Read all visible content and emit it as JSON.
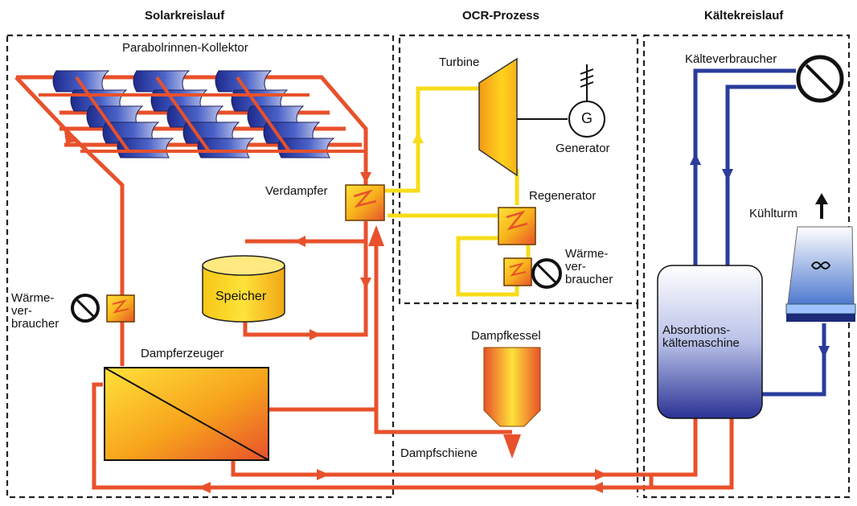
{
  "sections": {
    "solar": "Solarkreislauf",
    "ocr": "OCR-Prozess",
    "cooling": "Kältekreislauf"
  },
  "labels": {
    "collector": "Parabolrinnen-Kollektor",
    "evaporator": "Verdampfer",
    "storage": "Speicher",
    "heat_consumer_left": "Wärme-\nver-\nbraucher",
    "steam_generator": "Dampferzeuger",
    "turbine": "Turbine",
    "generator_symbol": "G",
    "generator": "Generator",
    "regenerator": "Regenerator",
    "heat_consumer_ocr": "Wärme-\nver-\nbraucher",
    "steam_boiler": "Dampfkessel",
    "steam_rail": "Dampfschiene",
    "cold_consumer": "Kälteverbraucher",
    "cooling_tower": "Kühlturm",
    "absorption_chiller": "Absorbtions-\nkältemaschine"
  },
  "colors": {
    "hot_pipe": "#e8512b",
    "ocr_pipe": "#f7dc1a",
    "cold_pipe": "#2a3c9c",
    "dashed_border": "#222222"
  }
}
